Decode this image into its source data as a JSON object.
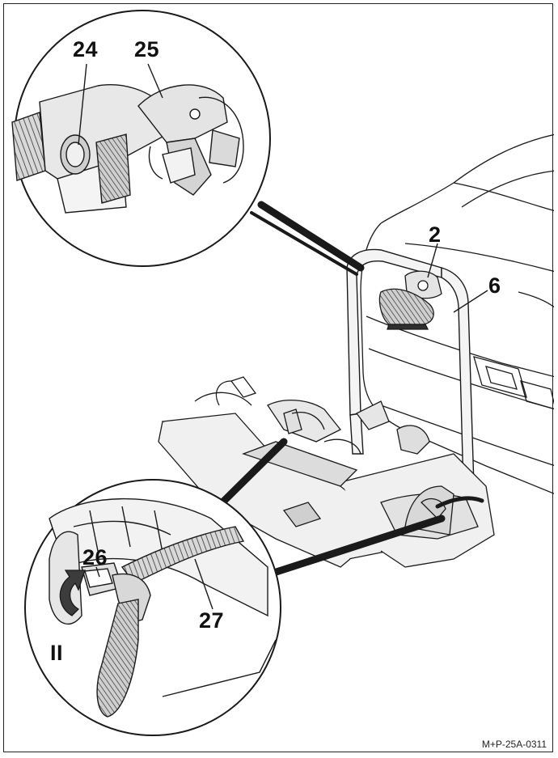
{
  "callouts": {
    "c24": "24",
    "c25": "25",
    "c2": "2",
    "c6": "6",
    "c26": "26",
    "c27": "27",
    "step": "II"
  },
  "reference_code": "M+P-25A-0311",
  "colors": {
    "line": "#1a1a1a",
    "dark_strap": "#3a3a3a",
    "grey_fill": "#bdbdbd",
    "light_fill": "#e6e6e6"
  }
}
